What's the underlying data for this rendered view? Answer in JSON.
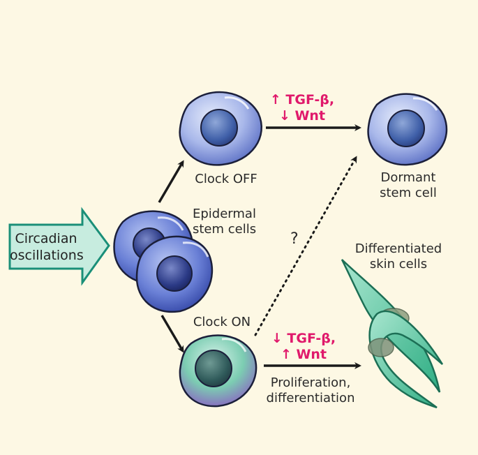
{
  "input": {
    "label_line1": "Circadian",
    "label_line2": "oscillations"
  },
  "stem_cells": {
    "line1": "Epidermal",
    "line2": "stem cells"
  },
  "clock_off": {
    "label": "Clock OFF"
  },
  "clock_on": {
    "label": "Clock ON"
  },
  "signal_top": {
    "line1": "↑ TGF-β,",
    "line2": "↓ Wnt"
  },
  "signal_bottom": {
    "line1": "↓ TGF-β,",
    "line2": "↑ Wnt"
  },
  "dormant": {
    "line1": "Dormant",
    "line2": "stem cell"
  },
  "outcome_bottom": {
    "line1": "Proliferation,",
    "line2": "differentiation"
  },
  "differentiated": {
    "line1": "Differentiated",
    "line2": "skin cells"
  },
  "question_mark": "?",
  "colors": {
    "background": "#fdf8e4",
    "arrow_fill": "#c7ecdf",
    "arrow_stroke": "#1a8f78",
    "signal_text": "#e0196b",
    "differentiated_cell": "#3fbf95"
  }
}
